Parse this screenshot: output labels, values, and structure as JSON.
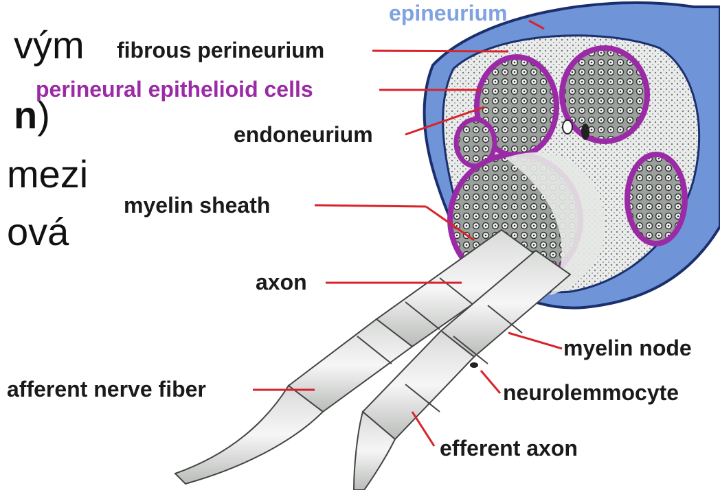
{
  "slide_fragments": {
    "line1": "vým",
    "line2_bold": "n",
    "line2_paren": ")",
    "line3": "mezi",
    "line4": "ová"
  },
  "labels": {
    "epineurium": "epineurium",
    "fibrous_perineurium": "fibrous perineurium",
    "perineural_epithelioid_cells": "perineural epithelioid cells",
    "endoneurium": "endoneurium",
    "myelin_sheath": "myelin sheath",
    "axon": "axon",
    "afferent_nerve_fiber": "afferent nerve fiber",
    "myelin_node": "myelin node",
    "neurolemmocyte": "neurolemmocyte",
    "efferent_axon": "efferent axon"
  },
  "colors": {
    "epineurium_blue": "#6f95d8",
    "perineurium_magenta": "#9b2aa6",
    "leader_red": "#d9232a",
    "label_black": "#1a1a1a",
    "epineurium_text": "#7fa3e0",
    "cell_label": "#9b2aa6"
  }
}
